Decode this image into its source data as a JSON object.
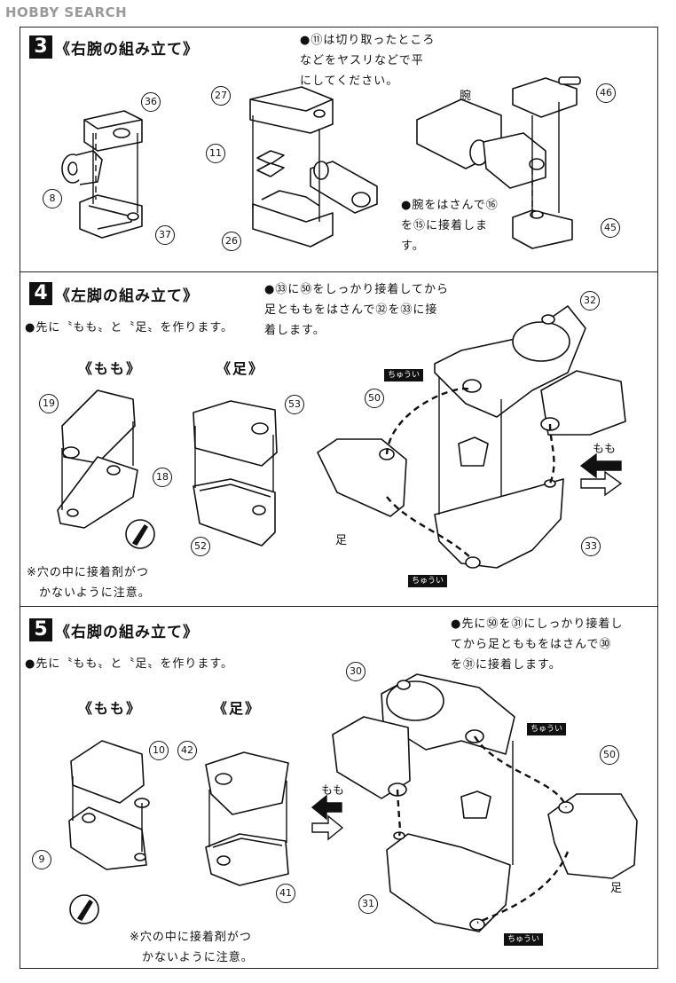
{
  "logo": "HOBBY SEARCH",
  "step3": {
    "number": "3",
    "title": "《右腕の組み立て》",
    "note_top": "●⑪は切り取ったところ\nなどをヤスリなどで平\nにしてください。",
    "note_arm": "腕",
    "note_glue": "●腕をはさんで⑯\nを⑮に接着しま\nす。",
    "parts": [
      "36",
      "8",
      "37",
      "27",
      "11",
      "26",
      "46",
      "45"
    ]
  },
  "step4": {
    "number": "4",
    "title": "《左脚の組み立て》",
    "note_first": "●先に〝もも〟と〝足〟を作ります。",
    "note_main": "●㉝に㊿をしっかり接着してから\n足とももをはさんで㉜を㉝に接\n着します。",
    "sub_momo": "《もも》",
    "sub_ashi": "《足》",
    "label_momo": "もも",
    "label_ashi": "足",
    "caution": "※穴の中に接着剤がつ\n　かないように注意。",
    "chuui": "ちゅうい",
    "parts": [
      "19",
      "18",
      "53",
      "52",
      "50",
      "32",
      "33"
    ]
  },
  "step5": {
    "number": "5",
    "title": "《右脚の組み立て》",
    "note_first": "●先に〝もも〟と〝足〟を作ります。",
    "note_main": "●先に㊿を㉛にしっかり接着し\nてから足とももをはさんで㉚\nを㉛に接着します。",
    "sub_momo": "《もも》",
    "sub_ashi": "《足》",
    "label_momo": "もも",
    "label_ashi": "足",
    "caution": "※穴の中に接着剤がつ\n　かないように注意。",
    "chuui": "ちゅうい",
    "parts": [
      "10",
      "9",
      "42",
      "41",
      "30",
      "50",
      "31"
    ]
  }
}
